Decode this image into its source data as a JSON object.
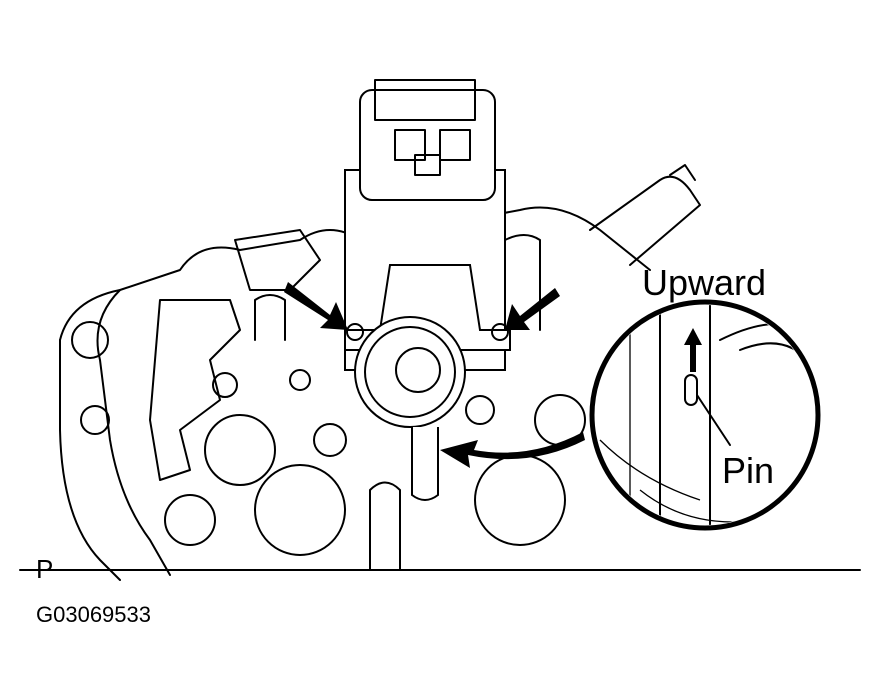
{
  "figure": {
    "labels": {
      "upward": "Upward",
      "pin": "Pin",
      "view": "P",
      "code": "G03069533"
    },
    "icons": [
      "arrow-pointer-left",
      "arrow-pointer-right",
      "curved-arrow-to-pin",
      "upward-arrow"
    ]
  }
}
